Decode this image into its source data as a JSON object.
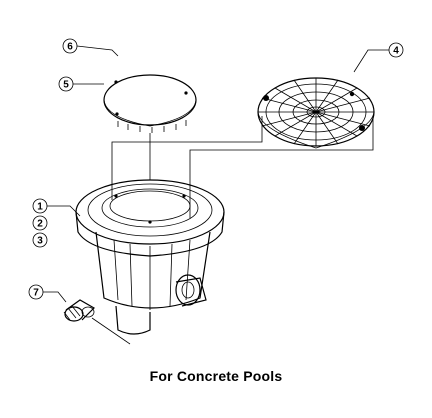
{
  "caption": "For Concrete Pools",
  "callouts": {
    "c1": "1",
    "c2": "2",
    "c3": "3",
    "c4": "4",
    "c5": "5",
    "c6": "6",
    "c7": "7"
  }
}
